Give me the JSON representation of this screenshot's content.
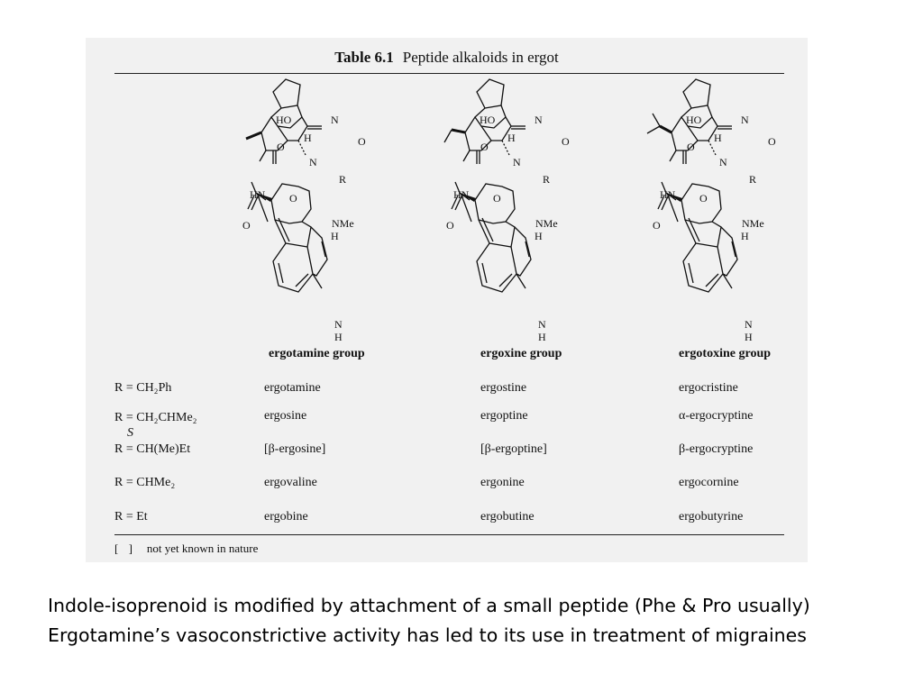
{
  "table": {
    "number": "Table 6.1",
    "title": "Peptide alkaloids in ergot",
    "groups": [
      "ergotamine group",
      "ergoxine group",
      "ergotoxine group"
    ],
    "atom_labels": {
      "ho": "HO",
      "n": "N",
      "h": "H",
      "o": "O",
      "hn": "HN",
      "r": "R",
      "nme": "NMe"
    },
    "stereo_label": "S",
    "rows": [
      {
        "r": "R = CH₂Ph",
        "cells": [
          "ergotamine",
          "ergostine",
          "ergocristine"
        ]
      },
      {
        "r": "R = CH₂CHMe₂",
        "cells": [
          "ergosine",
          "ergoptine",
          "α-ergocryptine"
        ]
      },
      {
        "r": "R = CH(Me)Et",
        "cells": [
          "[β-ergosine]",
          "[β-ergoptine]",
          "β-ergocryptine"
        ]
      },
      {
        "r": "R = CHMe₂",
        "cells": [
          "ergovaline",
          "ergonine",
          "ergocornine"
        ]
      },
      {
        "r": "R = Et",
        "cells": [
          "ergobine",
          "ergobutine",
          "ergobutyrine"
        ]
      }
    ],
    "footnote_brackets": "[ ]",
    "footnote": "not yet known in nature"
  },
  "caption": {
    "line1": "Indole-isoprenoid is modified by attachment of a small peptide (Phe & Pro usually)",
    "line2": "Ergotamine’s vasoconstrictive activity has led to its use in treatment of migraines"
  }
}
